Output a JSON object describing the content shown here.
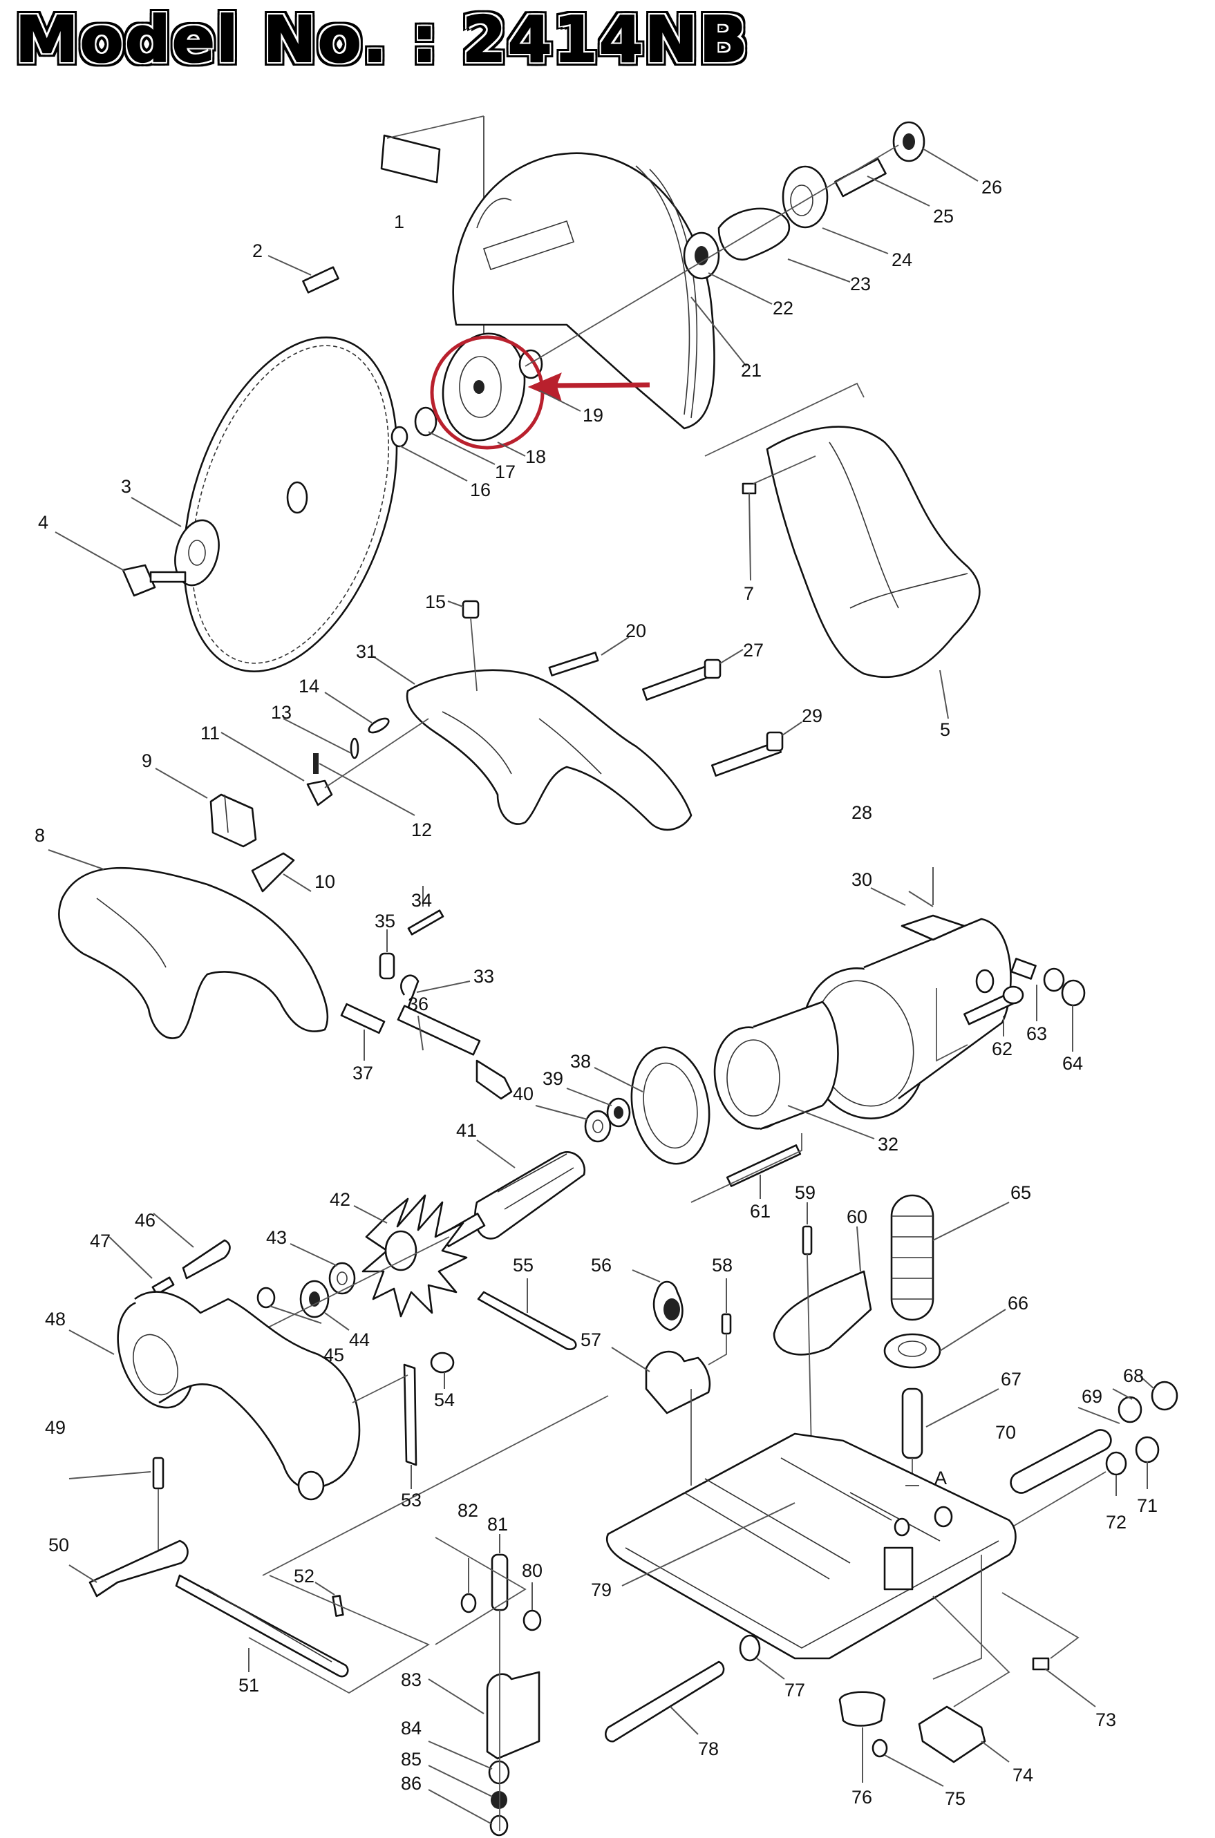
{
  "title": "Model No. : 2414NB",
  "highlight": {
    "part": "18",
    "color": "#b9202d"
  },
  "callouts": [
    "1",
    "2",
    "3",
    "4",
    "5",
    "7",
    "8",
    "9",
    "10",
    "11",
    "12",
    "13",
    "14",
    "15",
    "16",
    "17",
    "18",
    "19",
    "20",
    "21",
    "22",
    "23",
    "24",
    "25",
    "26",
    "27",
    "28",
    "29",
    "30",
    "31",
    "32",
    "33",
    "34",
    "35",
    "36",
    "37",
    "38",
    "39",
    "40",
    "41",
    "42",
    "43",
    "44",
    "45",
    "46",
    "47",
    "48",
    "49",
    "50",
    "51",
    "52",
    "53",
    "54",
    "55",
    "56",
    "57",
    "58",
    "59",
    "60",
    "61",
    "62",
    "63",
    "64",
    "65",
    "66",
    "67",
    "68",
    "69",
    "70",
    "71",
    "72",
    "73",
    "74",
    "75",
    "76",
    "77",
    "78",
    "79",
    "80",
    "81",
    "82",
    "83",
    "84",
    "85",
    "86",
    "A"
  ]
}
